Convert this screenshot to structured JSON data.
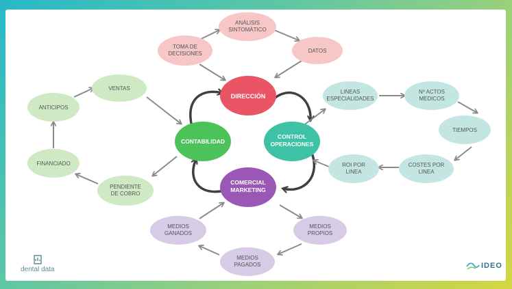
{
  "colors": {
    "gray_arrow": "#8a8a8a",
    "dark_loop": "#3f3f3f",
    "pink": "#f7c6c6",
    "pink_text": "#555555",
    "green": "#cfe9c4",
    "teal": "#c4e6e2",
    "purple": "#d7cbe6",
    "direccion": "#ea5565",
    "contabilidad": "#4cc35a",
    "control": "#3dc2a5",
    "comercial": "#9a57b6"
  },
  "hubs": {
    "direccion": "DIRECCIÓN",
    "contabilidad": "CONTABILIDAD",
    "control": [
      "CONTROL",
      "OPERACIONES"
    ],
    "comercial": [
      "COMERCIAL",
      "MARKETING"
    ]
  },
  "nodes": {
    "toma_decisiones": [
      "TOMA DE",
      "DECISIONES"
    ],
    "analisis": [
      "ANÁLISIS",
      "SINTOMÁTICO"
    ],
    "datos": "DATOS",
    "ventas": "VENTAS",
    "anticipos": "ANTICIPOS",
    "financiado": "FINANCIADO",
    "pendiente": [
      "PENDIENTE",
      "DE COBRO"
    ],
    "lineas": [
      "LINEAS",
      "ESPECIALIDADES"
    ],
    "actos": [
      "Nº ACTOS",
      "MEDICOS"
    ],
    "tiempos": "TIEMPOS",
    "costes": [
      "COSTES POR",
      "LINEA"
    ],
    "roi": [
      "ROI POR",
      "LINEA"
    ],
    "medios_ganados": [
      "MEDIOS",
      "GANADOS"
    ],
    "medios_propios": [
      "MEDIOS",
      "PROPIOS"
    ],
    "medios_pagados": [
      "MEDIOS",
      "PAGADOS"
    ]
  },
  "logos": {
    "left": "dental data",
    "left_icon": "tooth-chart-icon",
    "right": "IDEO",
    "right_icon": "wave-logo-icon"
  }
}
